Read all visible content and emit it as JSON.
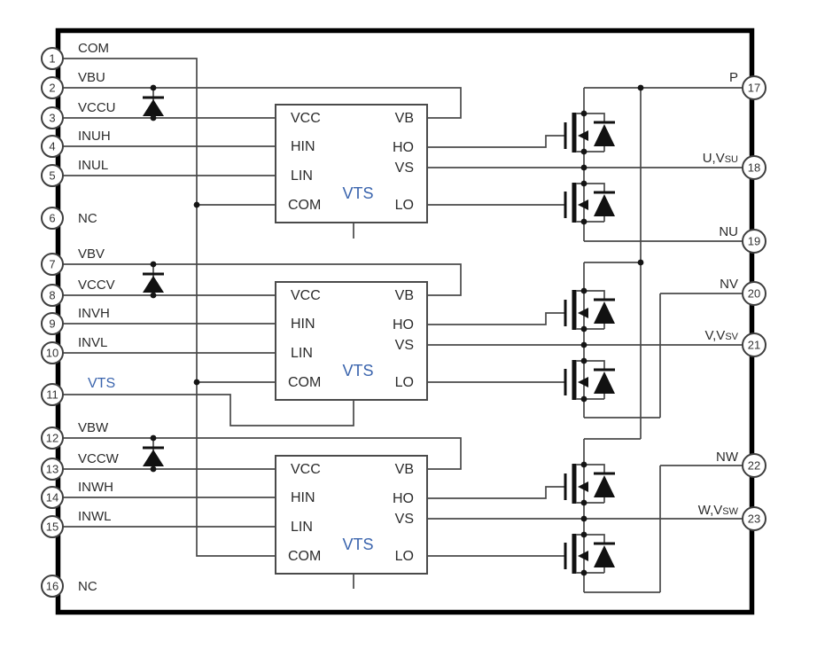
{
  "diagram": {
    "type": "circuit-block-diagram",
    "description": "Three-phase inverter power module internal diagram: three VTS gate-driver ICs driving six MOSFETs with body diodes, bootstrap diodes, 23 numbered package pins",
    "left_pins": [
      {
        "num": "1",
        "label": "COM"
      },
      {
        "num": "2",
        "label": "VBU"
      },
      {
        "num": "3",
        "label": "VCCU"
      },
      {
        "num": "4",
        "label": "INUH"
      },
      {
        "num": "5",
        "label": "INUL"
      },
      {
        "num": "6",
        "label": "NC"
      },
      {
        "num": "7",
        "label": "VBV"
      },
      {
        "num": "8",
        "label": "VCCV"
      },
      {
        "num": "9",
        "label": "INVH"
      },
      {
        "num": "10",
        "label": "INVL"
      },
      {
        "num": "11",
        "label": "VTS"
      },
      {
        "num": "12",
        "label": "VBW"
      },
      {
        "num": "13",
        "label": "VCCW"
      },
      {
        "num": "14",
        "label": "INWH"
      },
      {
        "num": "15",
        "label": "INWL"
      },
      {
        "num": "16",
        "label": "NC"
      }
    ],
    "right_pins": [
      {
        "num": "17",
        "label": "P",
        "sub": ""
      },
      {
        "num": "18",
        "label": "U,V",
        "sub": "SU"
      },
      {
        "num": "19",
        "label": "NU",
        "sub": ""
      },
      {
        "num": "20",
        "label": "NV",
        "sub": ""
      },
      {
        "num": "21",
        "label": "V,V",
        "sub": "SV"
      },
      {
        "num": "22",
        "label": "NW",
        "sub": ""
      },
      {
        "num": "23",
        "label": "W,V",
        "sub": "SW"
      }
    ],
    "driver_blocks": [
      {
        "chip": "VTS",
        "left_pins": [
          "VCC",
          "HIN",
          "LIN",
          "COM"
        ],
        "right_pins": [
          "VB",
          "HO",
          "VS",
          "LO"
        ]
      },
      {
        "chip": "VTS",
        "left_pins": [
          "VCC",
          "HIN",
          "LIN",
          "COM"
        ],
        "right_pins": [
          "VB",
          "HO",
          "VS",
          "LO"
        ]
      },
      {
        "chip": "VTS",
        "left_pins": [
          "VCC",
          "HIN",
          "LIN",
          "COM"
        ],
        "right_pins": [
          "VB",
          "HO",
          "VS",
          "LO"
        ]
      }
    ],
    "colors": {
      "chip_label_blue": "#3a64ad",
      "wire_gray": "#494949",
      "border_black": "#000000",
      "symbol_black": "#111111"
    }
  }
}
